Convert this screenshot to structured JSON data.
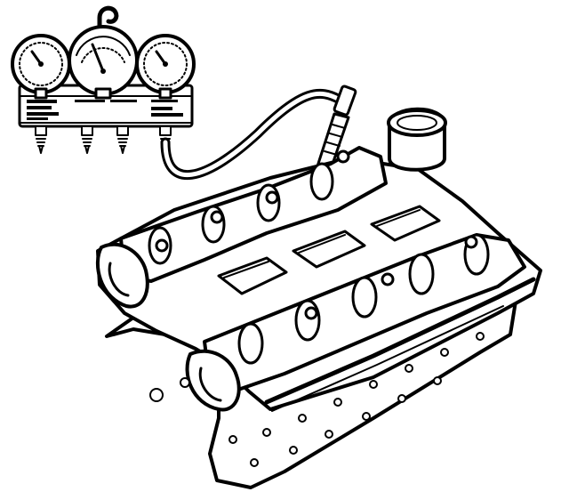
{
  "figure": {
    "colors": {
      "ink": "#000000",
      "paper": "#ffffff"
    },
    "plate_lettering": [
      "",
      "",
      "",
      ""
    ],
    "components": [
      "vacuum-gauge-manifold",
      "hanging-hook",
      "gauge-left",
      "gauge-center-balance",
      "gauge-right",
      "gauge-fittings",
      "vacuum-hose",
      "hose-adapter-probe",
      "engine-cylinder-head",
      "camshaft-left",
      "camshaft-right",
      "intake-port-openings",
      "oil-filler-neck"
    ]
  }
}
